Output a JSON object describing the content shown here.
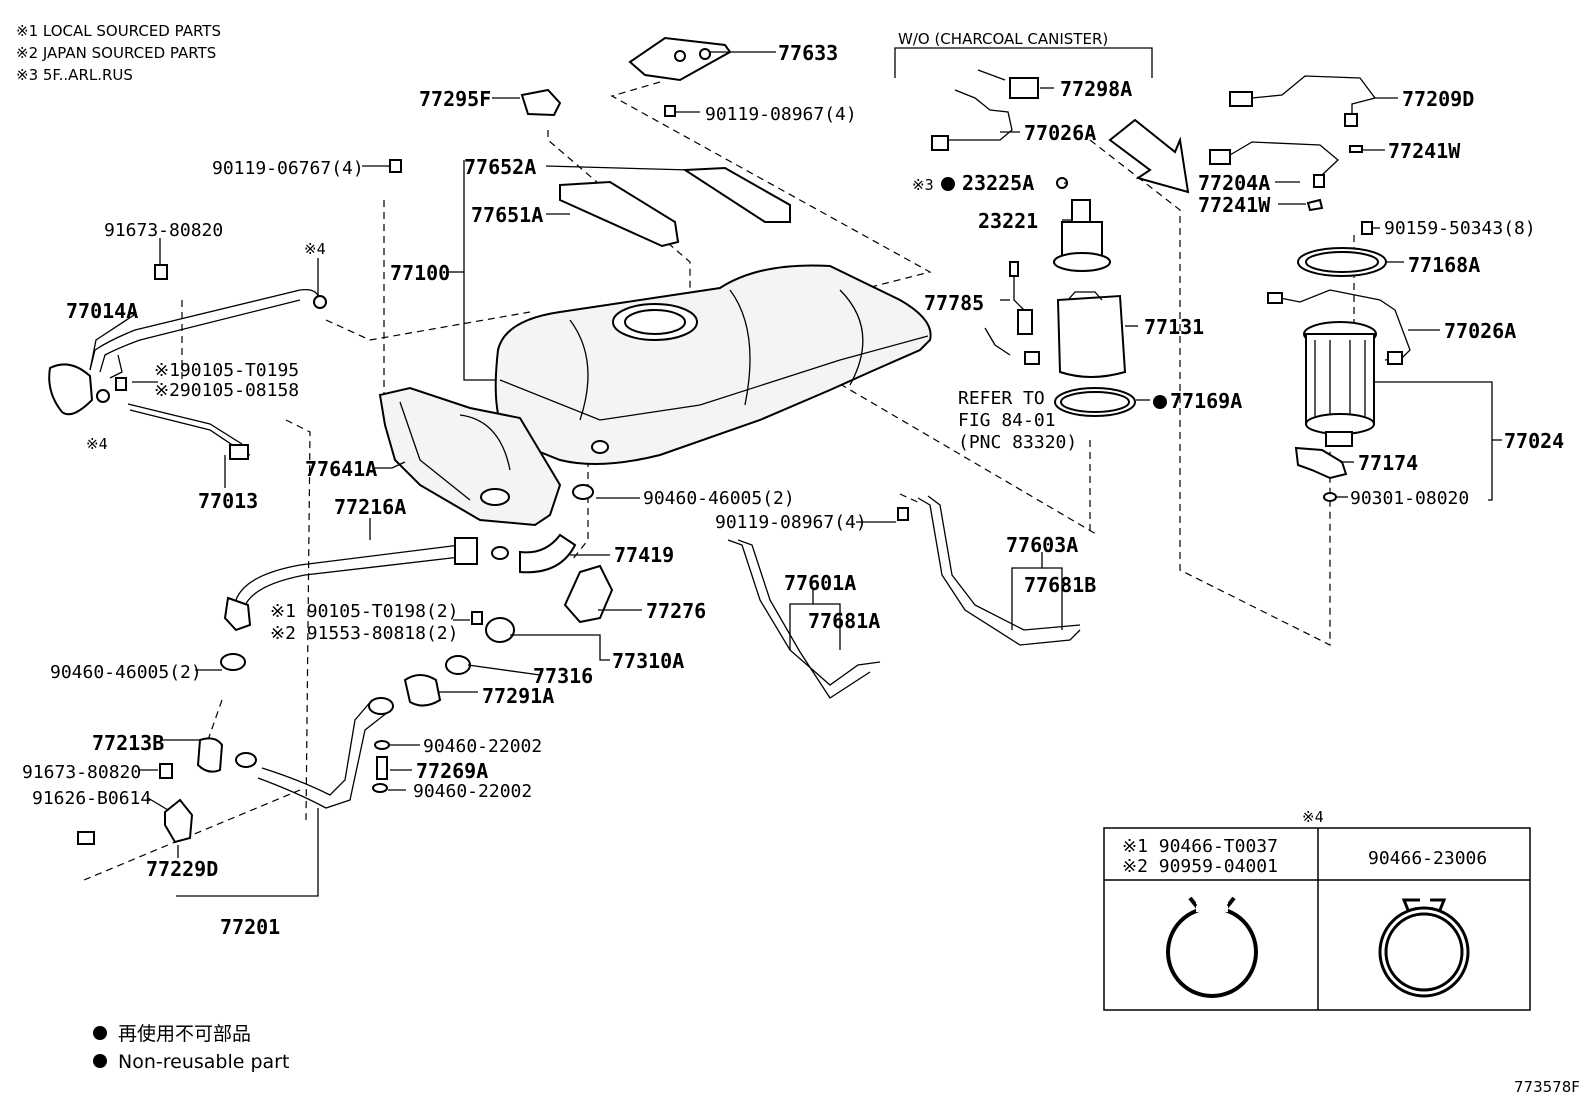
{
  "notes": {
    "n1": "※1 LOCAL SOURCED PARTS",
    "n2": "※2 JAPAN SOURCED PARTS",
    "n3": "※3 5F..ARL.RUS"
  },
  "wo_canister": "W/O (CHARCOAL CANISTER)",
  "refer": {
    "l1": "REFER TO",
    "l2": "FIG 84-01",
    "l3": "(PNC 83320)"
  },
  "labels": {
    "p77633": "77633",
    "p77295F": "77295F",
    "p90119_08967_top": "90119-08967(4)",
    "p90119_06767": "90119-06767(4)",
    "p77652A": "77652A",
    "p77651A": "77651A",
    "p77100": "77100",
    "p91673_80820_top": "91673-80820",
    "p77014A": "77014A",
    "mark4_a": "※4",
    "mark4_b": "※4",
    "p90105_T0195": "※190105-T0195",
    "p90105_08158": "※290105-08158",
    "p77013": "77013",
    "p77641A": "77641A",
    "p77216A": "77216A",
    "p90460_46005_a": "90460-46005(2)",
    "p77419": "77419",
    "p77276": "77276",
    "p90105_T0198": "※1 90105-T0198(2)",
    "p91553_80818": "※2 91553-80818(2)",
    "p90460_46005_b": "90460-46005(2)",
    "p77310A": "77310A",
    "p77316": "77316",
    "p77291A": "77291A",
    "p77213B": "77213B",
    "p90460_22002_a": "90460-22002",
    "p77269A": "77269A",
    "p91673_80820_b": "91673-80820",
    "p90460_22002_b": "90460-22002",
    "p91626_B0614": "91626-B0614",
    "p77229D": "77229D",
    "p77201": "77201",
    "p77298A": "77298A",
    "p77026A_a": "77026A",
    "p23225A": "23225A",
    "mark3": "※3",
    "p23221": "23221",
    "p77785": "77785",
    "p77131": "77131",
    "p77169A": "77169A",
    "p90119_08967_mid": "90119-08967(4)",
    "p77603A": "77603A",
    "p77601A": "77601A",
    "p77681B": "77681B",
    "p77681A": "77681A",
    "p77209D": "77209D",
    "p77241W_a": "77241W",
    "p77204A": "77204A",
    "p77241W_b": "77241W",
    "p90159_50343": "90159-50343(8)",
    "p77168A": "77168A",
    "p77026A_b": "77026A",
    "p77024": "77024",
    "p77174": "77174",
    "p90301_08020": "90301-08020"
  },
  "table": {
    "title": "※4",
    "left_l1": "※1 90466-T0037",
    "left_l2": "※2 90959-04001",
    "right": "90466-23006"
  },
  "legend": {
    "jp": "再使用不可部品",
    "en": "Non-reusable part"
  },
  "figure_code": "773578F"
}
